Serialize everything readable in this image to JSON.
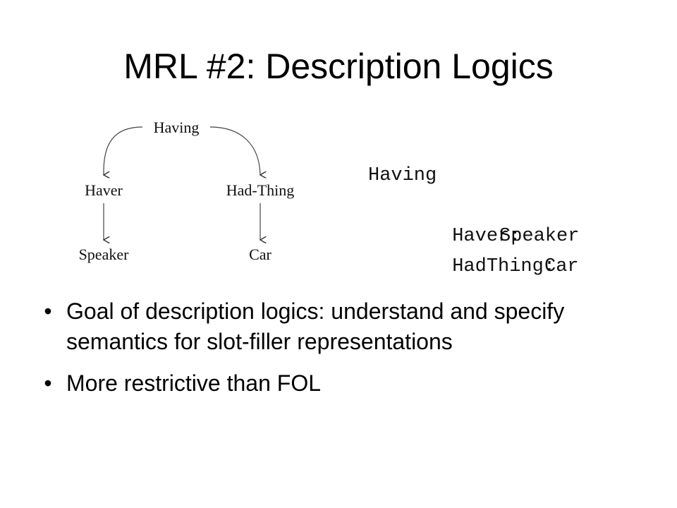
{
  "slide": {
    "title": "MRL #2: Description Logics"
  },
  "diagram": {
    "root": "Having",
    "left_role": "Haver",
    "right_role": "Had-Thing",
    "left_filler": "Speaker",
    "right_filler": "Car"
  },
  "frame": {
    "name": "Having",
    "slots": [
      {
        "slot": "Haver:",
        "filler": "Speaker"
      },
      {
        "slot": "HadThing:",
        "filler": "Car"
      }
    ]
  },
  "bullets": [
    {
      "marker": "•",
      "text": "Goal of description logics: understand and specify semantics for slot-filler representations"
    },
    {
      "marker": "•",
      "text": "More restrictive than FOL"
    }
  ]
}
